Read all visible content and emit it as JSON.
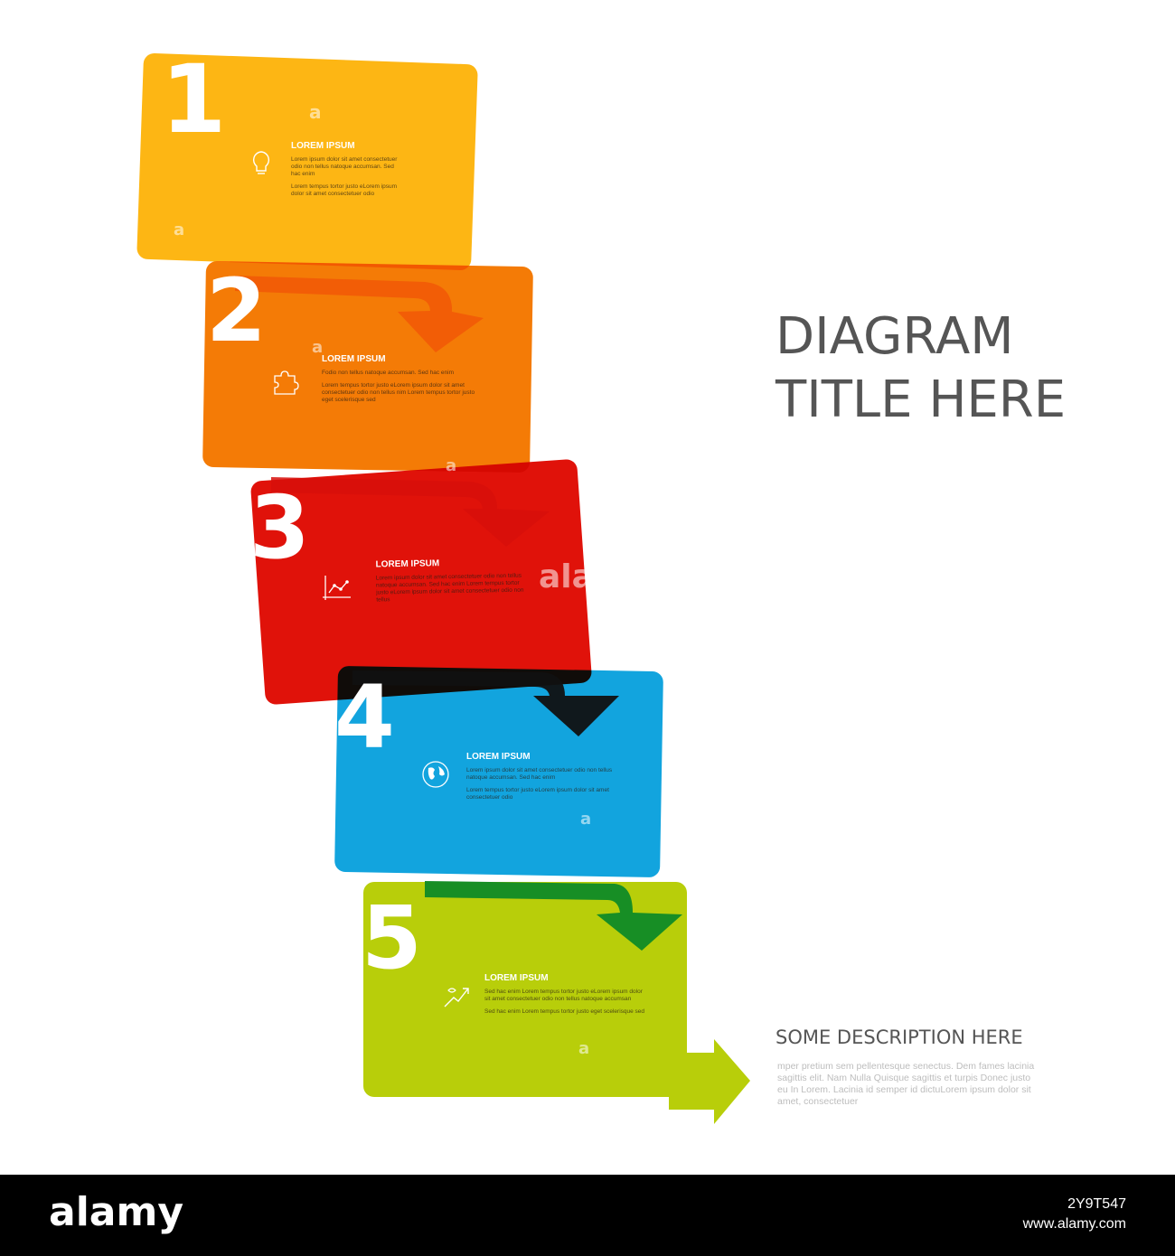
{
  "diagram": {
    "title_line1": "DIAGRAM",
    "title_line2": "TITLE HERE",
    "description_title": "SOME DESCRIPTION HERE",
    "description_body": "mper pretium sem pellentesque senectus. Dem fames lacinia sagittis elit. Nam Nulla Quisque sagittis et turpis Donec justo eu In Lorem. Lacinia id semper id dictuLorem ipsum dolor sit amet, consectetuer",
    "steps": [
      {
        "number": "1",
        "title": "LOREM IPSUM",
        "body1": "Lorem ipsum dolor sit amet consectetuer odio non tellus natoque accumsan. Sed hac enim",
        "body2": "Lorem tempus tortor justo eLorem ipsum dolor sit amet consectetuer odio",
        "icon": "lightbulb-icon",
        "color": "#FDB614"
      },
      {
        "number": "2",
        "title": "LOREM IPSUM",
        "body1": "Fodio non tellus natoque accumsan. Sed hac enim",
        "body2": "Lorem tempus tortor justo eLorem ipsum dolor sit amet consectetuer odio non tellus nim Lorem tempus tortor justo eget scelerisque sed",
        "icon": "puzzle-icon",
        "color": "#F47B06"
      },
      {
        "number": "3",
        "title": "LOREM IPSUM",
        "body1": "Lorem ipsum dolor sit amet consectetuer odio non tellus natoque accumsan. Sed hac enim Lorem tempus tortor justo eLorem ipsum dolor sit amet consectetuer odio non tellus",
        "body2": "",
        "icon": "chart-icon",
        "color": "#E0120A"
      },
      {
        "number": "4",
        "title": "LOREM IPSUM",
        "body1": "Lorem ipsum dolor sit amet consectetuer odio non tellus natoque accumsan. Sed hac enim",
        "body2": "Lorem tempus tortor justo eLorem ipsum dolor sit amet consectetuer odio",
        "icon": "globe-icon",
        "color": "#12A4DE"
      },
      {
        "number": "5",
        "title": "LOREM IPSUM",
        "body1": "Sed hac enim Lorem tempus tortor justo eLorem ipsum dolor sit amet consectetuer odio non tellus natoque accumsan",
        "body2": "Sed hac enim Lorem tempus tortor justo eget scelerisque sed",
        "icon": "growth-icon",
        "color": "#B8CE0A"
      }
    ]
  },
  "watermark": {
    "brand": "alamy",
    "image_id": "2Y9T547",
    "url": "www.alamy.com",
    "glyph": "a"
  }
}
